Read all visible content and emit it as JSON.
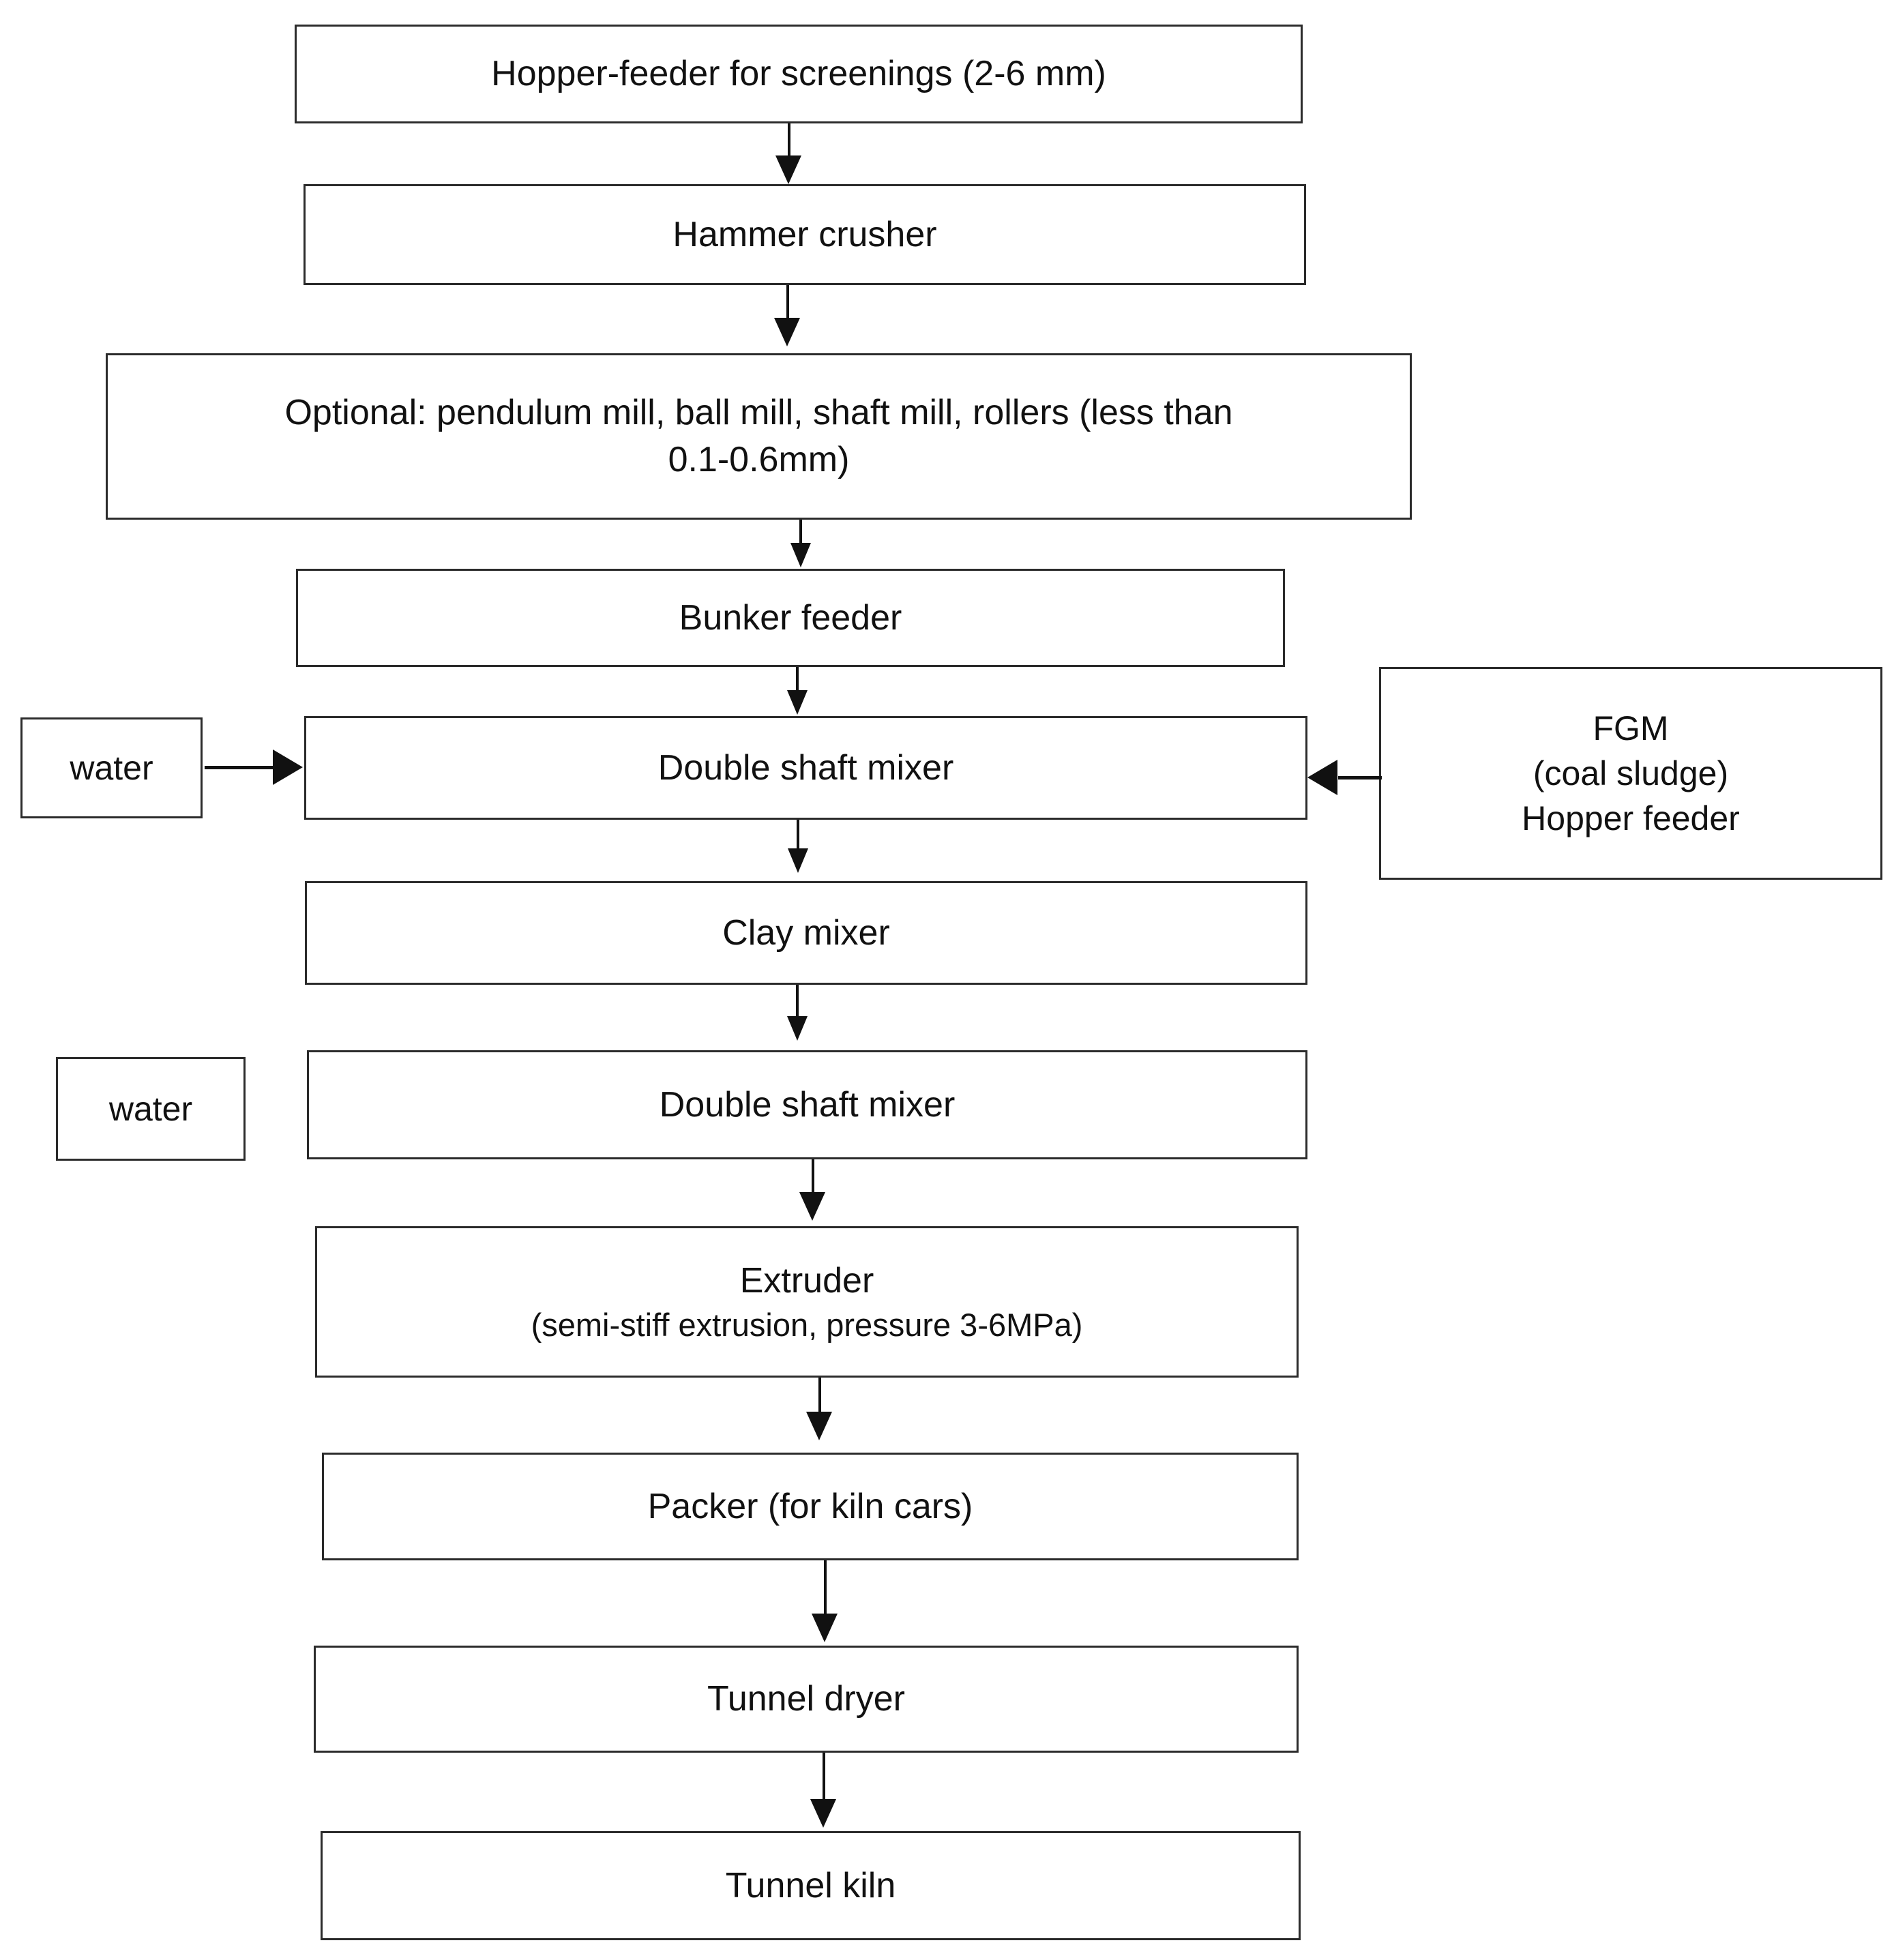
{
  "diagram": {
    "title": "Brick production line process flow",
    "background_color": "#ffffff",
    "box_border_color": "#2b2b2b",
    "text_color": "#111111",
    "nodes": [
      {
        "id": "hopper_feeder_screenings",
        "label": "Hopper-feeder for screenings (2-6 mm)"
      },
      {
        "id": "hammer_crusher",
        "label": "Hammer crusher"
      },
      {
        "id": "optional_mills_line1",
        "label": "Optional: pendulum mill, ball mill, shaft mill, rollers (less than"
      },
      {
        "id": "optional_mills_line2",
        "label": "0.1-0.6mm)"
      },
      {
        "id": "bunker_feeder",
        "label": "Bunker feeder"
      },
      {
        "id": "water_1",
        "label": "water"
      },
      {
        "id": "double_shaft_mixer_1",
        "label": "Double shaft mixer"
      },
      {
        "id": "fgm_line1",
        "label": "FGM"
      },
      {
        "id": "fgm_line2",
        "label": "(coal sludge)"
      },
      {
        "id": "fgm_line3",
        "label": "Hopper feeder"
      },
      {
        "id": "clay_mixer",
        "label": "Clay mixer"
      },
      {
        "id": "water_2",
        "label": "water"
      },
      {
        "id": "double_shaft_mixer_2",
        "label": "Double shaft mixer"
      },
      {
        "id": "extruder_line1",
        "label": "Extruder"
      },
      {
        "id": "extruder_line2",
        "label": "(semi-stiff extrusion, pressure 3-6MPa)"
      },
      {
        "id": "packer",
        "label": "Packer (for kiln cars)"
      },
      {
        "id": "tunnel_dryer",
        "label": "Tunnel dryer"
      },
      {
        "id": "tunnel_kiln",
        "label": "Tunnel kiln"
      }
    ],
    "edges": [
      {
        "from": "hopper_feeder_screenings",
        "to": "hammer_crusher",
        "direction": "down"
      },
      {
        "from": "hammer_crusher",
        "to": "optional_mills",
        "direction": "down"
      },
      {
        "from": "optional_mills",
        "to": "bunker_feeder",
        "direction": "down"
      },
      {
        "from": "bunker_feeder",
        "to": "double_shaft_mixer_1",
        "direction": "down"
      },
      {
        "from": "water_1",
        "to": "double_shaft_mixer_1",
        "direction": "right"
      },
      {
        "from": "fgm",
        "to": "double_shaft_mixer_1",
        "direction": "left"
      },
      {
        "from": "double_shaft_mixer_1",
        "to": "clay_mixer",
        "direction": "down"
      },
      {
        "from": "clay_mixer",
        "to": "double_shaft_mixer_2",
        "direction": "down"
      },
      {
        "from": "double_shaft_mixer_2",
        "to": "extruder",
        "direction": "down"
      },
      {
        "from": "extruder",
        "to": "packer",
        "direction": "down"
      },
      {
        "from": "packer",
        "to": "tunnel_dryer",
        "direction": "down"
      },
      {
        "from": "tunnel_dryer",
        "to": "tunnel_kiln",
        "direction": "down"
      }
    ]
  }
}
